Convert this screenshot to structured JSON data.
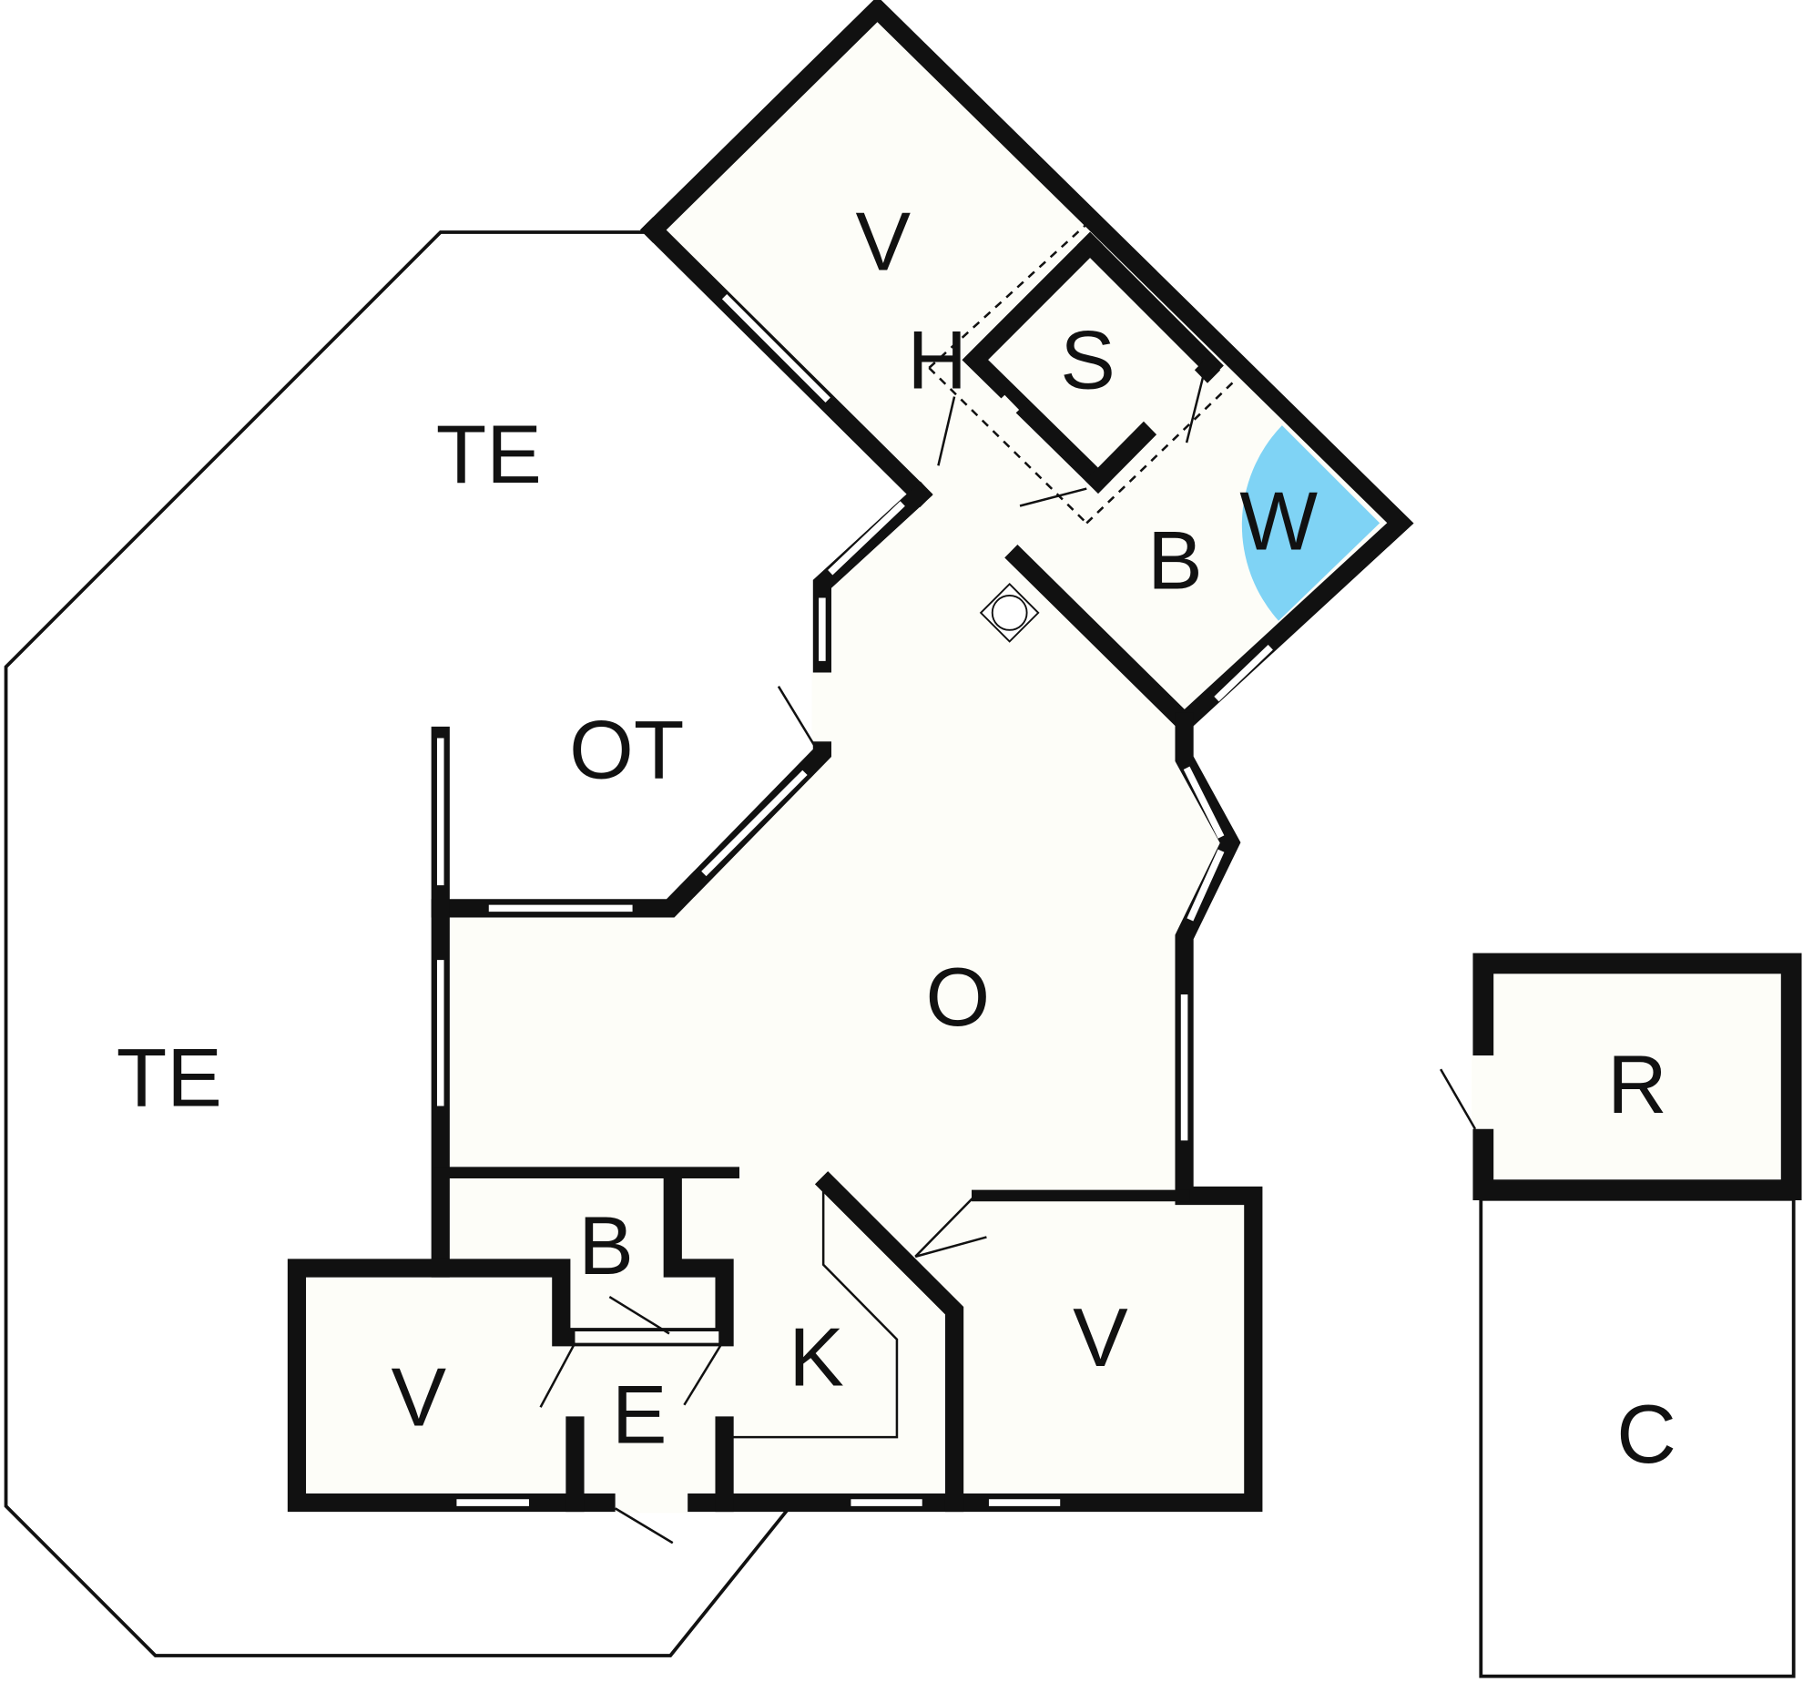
{
  "colors": {
    "floor": "#fdfdf8",
    "wall": "#111111",
    "wellness": "#7fd3f5"
  },
  "rooms": {
    "terrace_top": "TE",
    "terrace_left": "TE",
    "bedroom_top": "V",
    "hall": "H",
    "storage": "S",
    "bath_top": "B",
    "wellness": "W",
    "covered_terrace": "OT",
    "living": "O",
    "shed": "R",
    "carport": "C",
    "bath_bottom": "B",
    "bedroom_left": "V",
    "kitchen": "K",
    "entrance": "E",
    "bedroom_right": "V"
  }
}
